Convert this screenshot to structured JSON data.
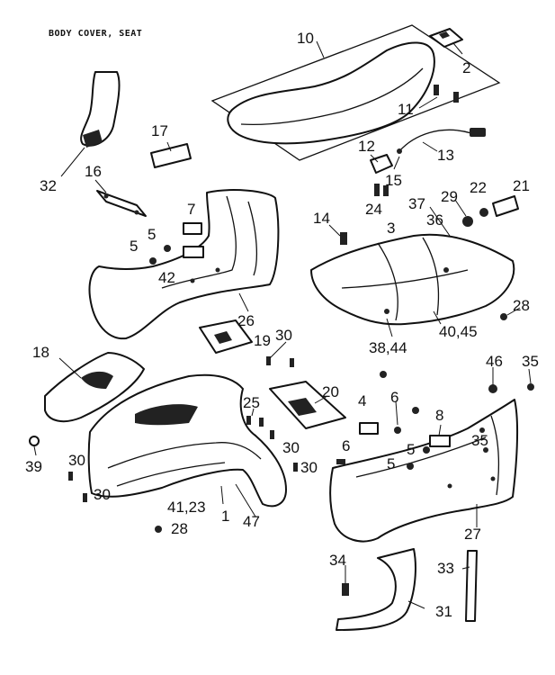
{
  "diagram": {
    "title": "BODY COVER, SEAT",
    "callouts": [
      {
        "id": "c10",
        "text": "10"
      },
      {
        "id": "c2",
        "text": "2"
      },
      {
        "id": "c11",
        "text": "11"
      },
      {
        "id": "c17",
        "text": "17"
      },
      {
        "id": "c32",
        "text": "32"
      },
      {
        "id": "c16",
        "text": "16"
      },
      {
        "id": "c12",
        "text": "12"
      },
      {
        "id": "c13",
        "text": "13"
      },
      {
        "id": "c15",
        "text": "15"
      },
      {
        "id": "c7",
        "text": "7"
      },
      {
        "id": "c5a",
        "text": "5"
      },
      {
        "id": "c5b",
        "text": "5"
      },
      {
        "id": "c42",
        "text": "42"
      },
      {
        "id": "c14",
        "text": "14"
      },
      {
        "id": "c24",
        "text": "24"
      },
      {
        "id": "c37",
        "text": "37"
      },
      {
        "id": "c29",
        "text": "29"
      },
      {
        "id": "c22",
        "text": "22"
      },
      {
        "id": "c21",
        "text": "21"
      },
      {
        "id": "c3",
        "text": "3"
      },
      {
        "id": "c36",
        "text": "36"
      },
      {
        "id": "c28a",
        "text": "28"
      },
      {
        "id": "c26",
        "text": "26"
      },
      {
        "id": "c19",
        "text": "19"
      },
      {
        "id": "c30a",
        "text": "30"
      },
      {
        "id": "c38",
        "text": "38,44"
      },
      {
        "id": "c40",
        "text": "40,45"
      },
      {
        "id": "c18",
        "text": "18"
      },
      {
        "id": "c46",
        "text": "46"
      },
      {
        "id": "c35a",
        "text": "35"
      },
      {
        "id": "c25",
        "text": "25"
      },
      {
        "id": "c20",
        "text": "20"
      },
      {
        "id": "c6a",
        "text": "6"
      },
      {
        "id": "c4",
        "text": "4"
      },
      {
        "id": "c8",
        "text": "8"
      },
      {
        "id": "c39",
        "text": "39"
      },
      {
        "id": "c30b",
        "text": "30"
      },
      {
        "id": "c30c",
        "text": "30"
      },
      {
        "id": "c30d",
        "text": "30"
      },
      {
        "id": "c30e",
        "text": "30"
      },
      {
        "id": "c6b",
        "text": "6"
      },
      {
        "id": "c5c",
        "text": "5"
      },
      {
        "id": "c5d",
        "text": "5"
      },
      {
        "id": "c35b",
        "text": "35"
      },
      {
        "id": "c41",
        "text": "41,23"
      },
      {
        "id": "c1",
        "text": "1"
      },
      {
        "id": "c28b",
        "text": "28"
      },
      {
        "id": "c47",
        "text": "47"
      },
      {
        "id": "c27",
        "text": "27"
      },
      {
        "id": "c34",
        "text": "34"
      },
      {
        "id": "c33",
        "text": "33"
      },
      {
        "id": "c31",
        "text": "31"
      }
    ]
  }
}
